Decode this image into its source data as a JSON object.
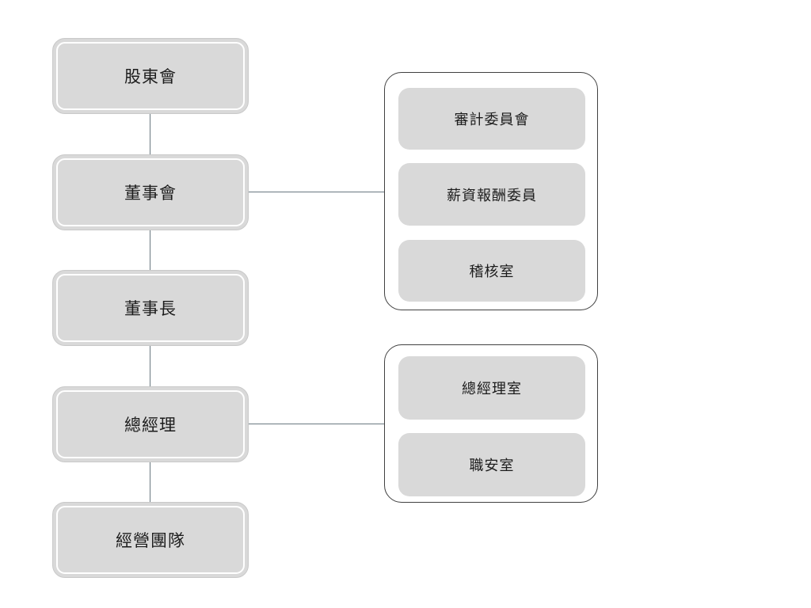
{
  "colors": {
    "node_fill": "#d9d9d9",
    "node_inner_stroke": "#ffffff",
    "group_border": "#404040",
    "connector": "#697880",
    "text": "#1c1c1c",
    "background": "#ffffff"
  },
  "org_chart": {
    "type": "org-chart",
    "main_chain": [
      {
        "label": "股東會"
      },
      {
        "label": "董事會"
      },
      {
        "label": "董事長"
      },
      {
        "label": "總經理"
      },
      {
        "label": "經營團隊"
      }
    ],
    "groups": [
      {
        "connected_to": "董事會",
        "items": [
          {
            "label": "審計委員會"
          },
          {
            "label": "薪資報酬委員"
          },
          {
            "label": "稽核室"
          }
        ]
      },
      {
        "connected_to": "總經理",
        "items": [
          {
            "label": "總經理室"
          },
          {
            "label": "職安室"
          }
        ]
      }
    ]
  }
}
